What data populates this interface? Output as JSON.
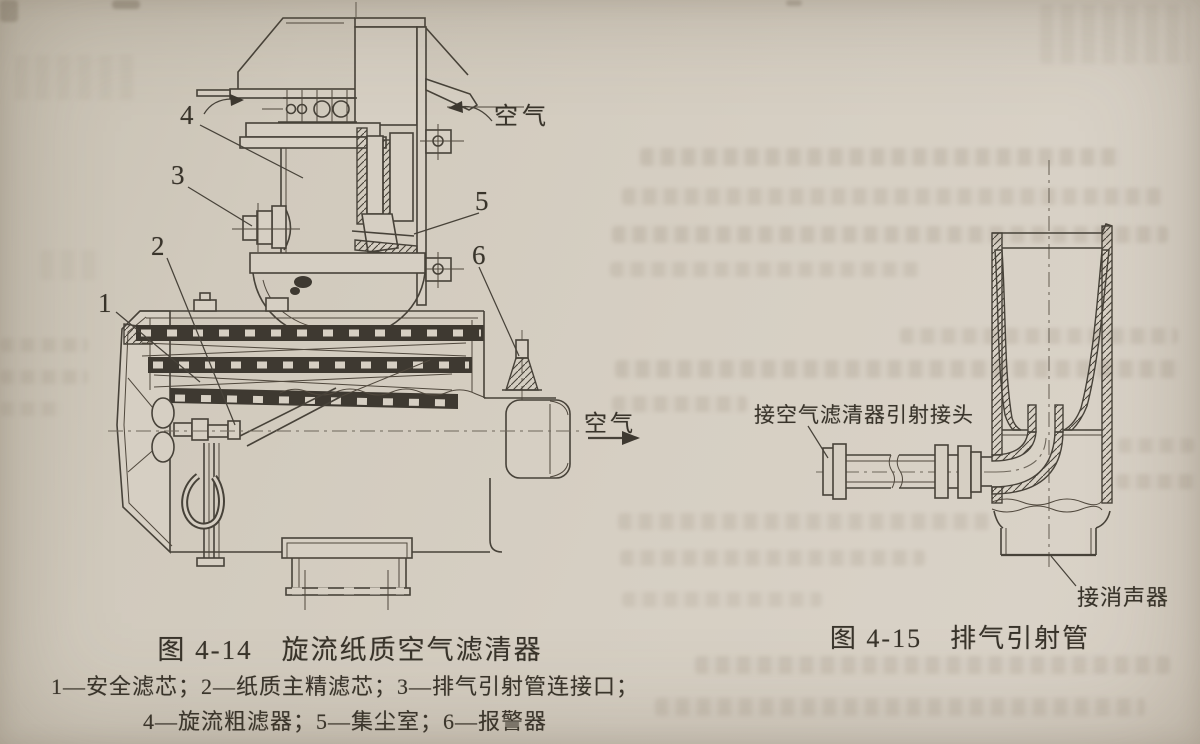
{
  "colors": {
    "paper": "#d5cec2",
    "paper_dark": "#c6bfb1",
    "line": "#474239",
    "ink_text": "#39342b",
    "bleed": "#80705c"
  },
  "figure_4_14": {
    "name": "旋流纸质空气滤清器",
    "air_label_top": "空气",
    "air_label_outlet": "空气",
    "callouts": [
      "1",
      "2",
      "3",
      "4",
      "5",
      "6"
    ],
    "caption": "图 4-14　旋流纸质空气滤清器",
    "legend_line1": "1—安全滤芯；2—纸质主精滤芯；3—排气引射管连接口；",
    "legend_line2": "4—旋流粗滤器；5—集尘室；6—报警器"
  },
  "figure_4_15": {
    "name": "排气引射管",
    "label_filter_joint": "接空气滤清器引射接头",
    "label_muffler": "接消声器",
    "caption": "图 4-15　排气引射管"
  }
}
